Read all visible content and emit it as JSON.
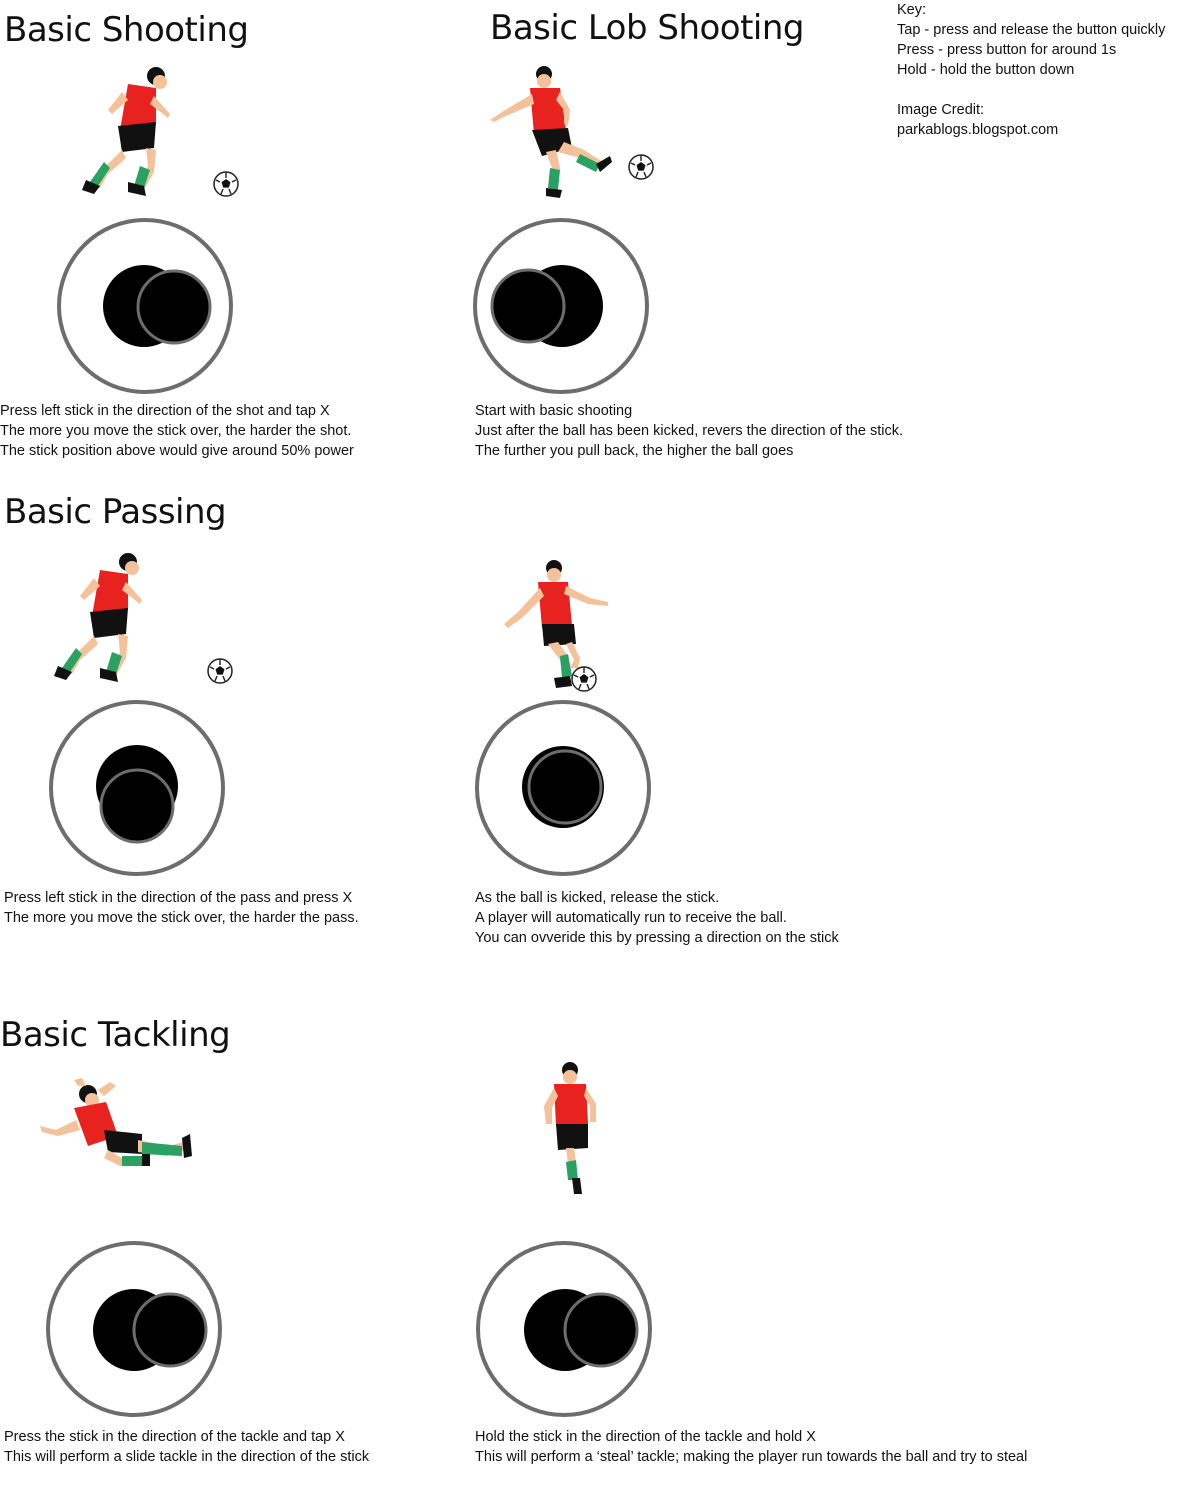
{
  "key": {
    "lines": [
      "Key:",
      "Tap - press and release the button quickly",
      "Press - press button for around 1s",
      "Hold - hold the button down",
      "",
      "Image Credit:",
      "parkablogs.blogspot.com"
    ]
  },
  "sections": {
    "shooting": {
      "title": "Basic Shooting",
      "desc": [
        "Press left stick in the direction of the shot and tap X",
        "The more you move the stick over, the harder the shot.",
        "The stick position above would give around 50% power"
      ]
    },
    "lob": {
      "title": "Basic Lob Shooting",
      "desc": [
        "Start with basic shooting",
        "Just after the ball has been kicked, revers the direction of the stick.",
        "The further you pull back, the higher the ball goes"
      ]
    },
    "passing": {
      "title": "Basic Passing",
      "desc": [
        "Press left stick in the direction of the pass and press X",
        "The more you move the stick over, the harder the pass."
      ]
    },
    "release": {
      "desc": [
        "As the ball is kicked, release the stick.",
        "A player will automatically run to receive the ball.",
        "You can ovveride this by pressing a direction on the stick"
      ]
    },
    "tackling": {
      "title": "Basic Tackling",
      "desc": [
        "Press the stick in the direction of the tackle and tap X",
        "This will perform a slide tackle in the direction of the stick"
      ]
    },
    "steal": {
      "desc": [
        "Hold the stick in the direction of the tackle and hold X",
        "This will perform a ‘steal’ tackle; making the player run towards the ball and try to steal"
      ]
    }
  },
  "colors": {
    "jersey": "#e8231f",
    "socks": "#2aa163",
    "shorts": "#111111",
    "skin": "#f3c29a",
    "stick_ring": "#6d6d6d",
    "stick_fill": "#000000"
  }
}
